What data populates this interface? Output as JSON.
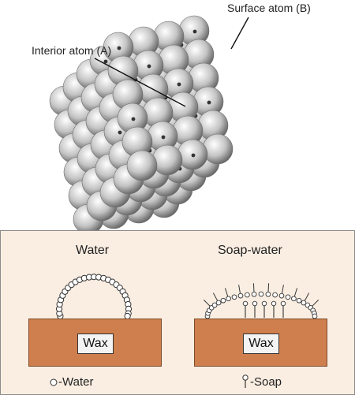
{
  "labels": {
    "surface_atom": "Surface atom (B)",
    "interior_atom": "Interior atom (A)"
  },
  "water_panel": {
    "title": "Water",
    "wax_label": "Wax",
    "legend": "-Water"
  },
  "soap_panel": {
    "title": "Soap-water",
    "wax_label": "Wax",
    "legend": "-Soap"
  },
  "colors": {
    "panel_bg": "#faeee2",
    "wax": "#cf7f4d"
  }
}
